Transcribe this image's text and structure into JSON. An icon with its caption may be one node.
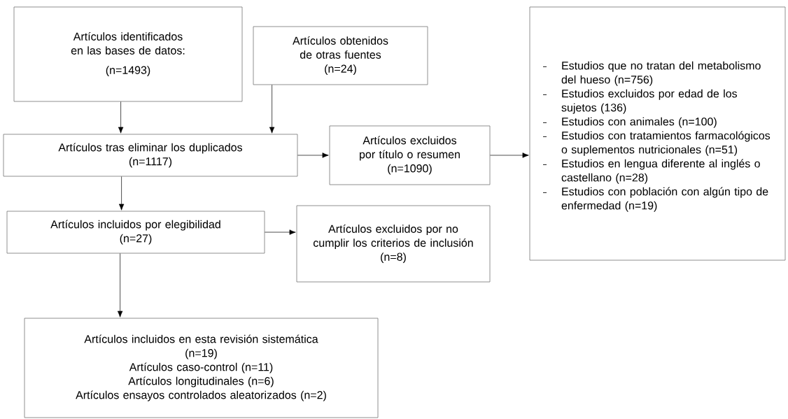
{
  "diagram": {
    "nodes": [
      {
        "text": [
          "Artículos identificados en las bases de datos:",
          "(n=1493)"
        ]
      },
      {
        "text": [
          "Artículos obtenidos de otras fuentes",
          "(n=24)"
        ]
      },
      {
        "text": [
          "Artículos tras eliminar los duplicados",
          "(n=1117)"
        ]
      },
      {
        "text": [
          "Artículos excluidos por título o resumen",
          "(n=1090)"
        ]
      },
      {
        "text": [
          "Estudios que no tratan del metabolismo del hueso (n=756)",
          "Estudios excluidos por edad de los sujetos (136)",
          "Estudios con animales (n=100)",
          "Estudios con tratamientos farmacológicos o suplementos nutricionales (n=51)",
          "Estudios en lengua diferente al inglés o castellano (n=28)",
          "Estudios con población con algún tipo de enfermedad (n=19)"
        ]
      },
      {
        "text": [
          "Artículos incluidos por elegibilidad",
          "(n=27)"
        ]
      },
      {
        "text": [
          "Artículos excluidos por no cumplir los criterios de inclusión",
          "(n=8)"
        ]
      },
      {
        "text": [
          "Artículos incluidos en esta revisión sistemática",
          "(n=19)",
          "Artículos caso-control (n=11)",
          "Artículos longitudinales (n=6)",
          "Artículos ensayos controlados aleatorizados (n=2)"
        ]
      }
    ],
    "edges": [
      {
        "from": 0,
        "to": 2,
        "arrow": "to"
      },
      {
        "from": 1,
        "to": 2,
        "arrow": "to"
      },
      {
        "from": 2,
        "to": 3,
        "arrow": "to"
      },
      {
        "from": 3,
        "to": 4,
        "arrow": "to"
      },
      {
        "from": 2,
        "to": 5,
        "arrow": "to"
      },
      {
        "from": 5,
        "to": 6,
        "arrow": "to"
      },
      {
        "from": 5,
        "to": 7,
        "arrow": "to"
      }
    ]
  }
}
